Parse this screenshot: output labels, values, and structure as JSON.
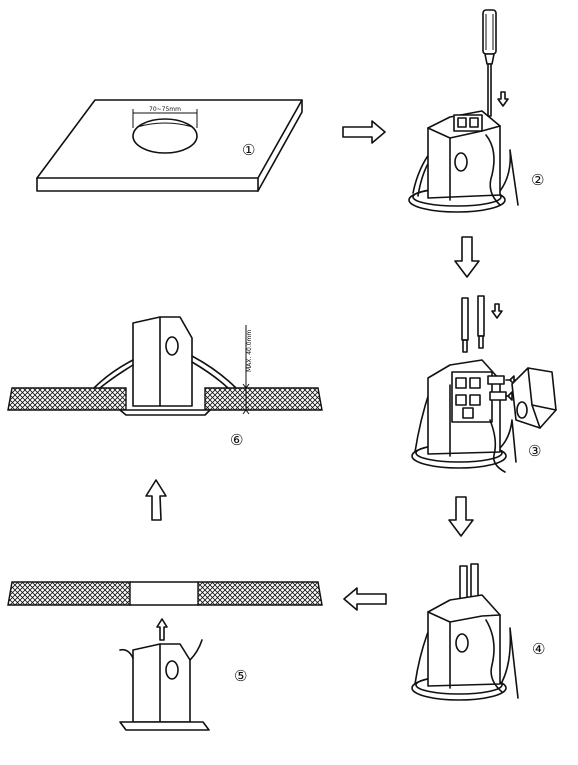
{
  "steps": [
    {
      "number": "①"
    },
    {
      "number": "②"
    },
    {
      "number": "③"
    },
    {
      "number": "④"
    },
    {
      "number": "⑤"
    },
    {
      "number": "⑥"
    }
  ],
  "dimensions": {
    "cutout": "70~75mm",
    "ceiling_thickness": "MAX. 40.0mm"
  }
}
